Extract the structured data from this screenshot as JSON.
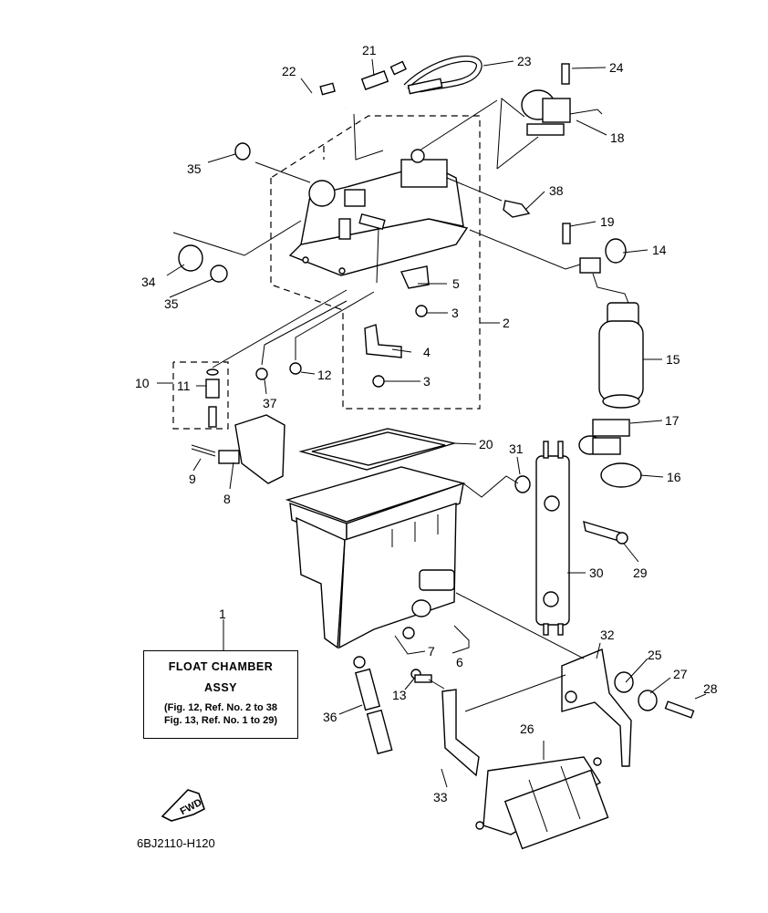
{
  "callouts": [
    {
      "id": "c1",
      "label": "1"
    },
    {
      "id": "c2",
      "label": "2"
    },
    {
      "id": "c3a",
      "label": "3"
    },
    {
      "id": "c3b",
      "label": "3"
    },
    {
      "id": "c4",
      "label": "4"
    },
    {
      "id": "c5",
      "label": "5"
    },
    {
      "id": "c6",
      "label": "6"
    },
    {
      "id": "c7",
      "label": "7"
    },
    {
      "id": "c8",
      "label": "8"
    },
    {
      "id": "c9",
      "label": "9"
    },
    {
      "id": "c10",
      "label": "10"
    },
    {
      "id": "c11",
      "label": "11"
    },
    {
      "id": "c12",
      "label": "12"
    },
    {
      "id": "c13",
      "label": "13"
    },
    {
      "id": "c14",
      "label": "14"
    },
    {
      "id": "c15",
      "label": "15"
    },
    {
      "id": "c16",
      "label": "16"
    },
    {
      "id": "c17",
      "label": "17"
    },
    {
      "id": "c18",
      "label": "18"
    },
    {
      "id": "c19",
      "label": "19"
    },
    {
      "id": "c20",
      "label": "20"
    },
    {
      "id": "c21",
      "label": "21"
    },
    {
      "id": "c22",
      "label": "22"
    },
    {
      "id": "c23",
      "label": "23"
    },
    {
      "id": "c24",
      "label": "24"
    },
    {
      "id": "c25",
      "label": "25"
    },
    {
      "id": "c26",
      "label": "26"
    },
    {
      "id": "c27",
      "label": "27"
    },
    {
      "id": "c28",
      "label": "28"
    },
    {
      "id": "c29",
      "label": "29"
    },
    {
      "id": "c30",
      "label": "30"
    },
    {
      "id": "c31",
      "label": "31"
    },
    {
      "id": "c32",
      "label": "32"
    },
    {
      "id": "c33",
      "label": "33"
    },
    {
      "id": "c34",
      "label": "34"
    },
    {
      "id": "c35a",
      "label": "35"
    },
    {
      "id": "c35b",
      "label": "35"
    },
    {
      "id": "c36",
      "label": "36"
    },
    {
      "id": "c37",
      "label": "37"
    },
    {
      "id": "c38",
      "label": "38"
    }
  ],
  "caption": {
    "title": "FLOAT CHAMBER",
    "subtitle": "ASSY",
    "ref_line_1": "(Fig. 12, Ref. No. 2 to 38",
    "ref_line_2": "Fig. 13, Ref. No. 1 to 29)"
  },
  "fwd_label": "FWD",
  "drawing_code": "6BJ2110-H120"
}
